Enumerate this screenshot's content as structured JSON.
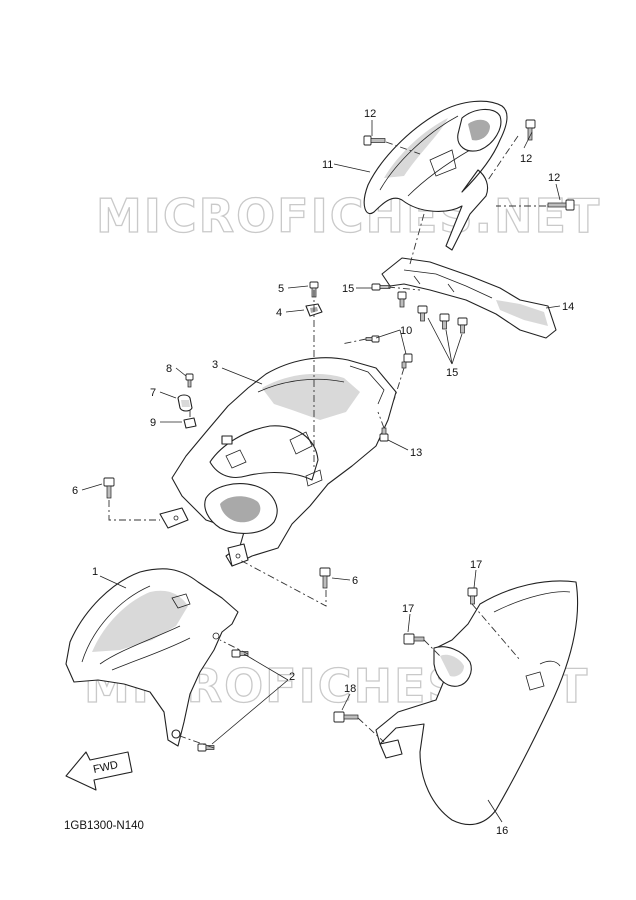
{
  "diagram": {
    "code": "1GB1300-N140",
    "watermarks": [
      "MICROFICHES.NET",
      "MICROFICHES.NET"
    ],
    "fwd_label": "FWD",
    "callouts": [
      {
        "id": "c1",
        "text": "1"
      },
      {
        "id": "c2",
        "text": "2"
      },
      {
        "id": "c3",
        "text": "3"
      },
      {
        "id": "c4",
        "text": "4"
      },
      {
        "id": "c5",
        "text": "5"
      },
      {
        "id": "c6a",
        "text": "6"
      },
      {
        "id": "c6b",
        "text": "6"
      },
      {
        "id": "c7",
        "text": "7"
      },
      {
        "id": "c8",
        "text": "8"
      },
      {
        "id": "c9",
        "text": "9"
      },
      {
        "id": "c10",
        "text": "10"
      },
      {
        "id": "c11",
        "text": "11"
      },
      {
        "id": "c12a",
        "text": "12"
      },
      {
        "id": "c12b",
        "text": "12"
      },
      {
        "id": "c12c",
        "text": "12"
      },
      {
        "id": "c13",
        "text": "13"
      },
      {
        "id": "c14",
        "text": "14"
      },
      {
        "id": "c15a",
        "text": "15"
      },
      {
        "id": "c15b",
        "text": "15"
      },
      {
        "id": "c16",
        "text": "16"
      },
      {
        "id": "c17a",
        "text": "17"
      },
      {
        "id": "c17b",
        "text": "17"
      },
      {
        "id": "c18",
        "text": "18"
      }
    ]
  }
}
